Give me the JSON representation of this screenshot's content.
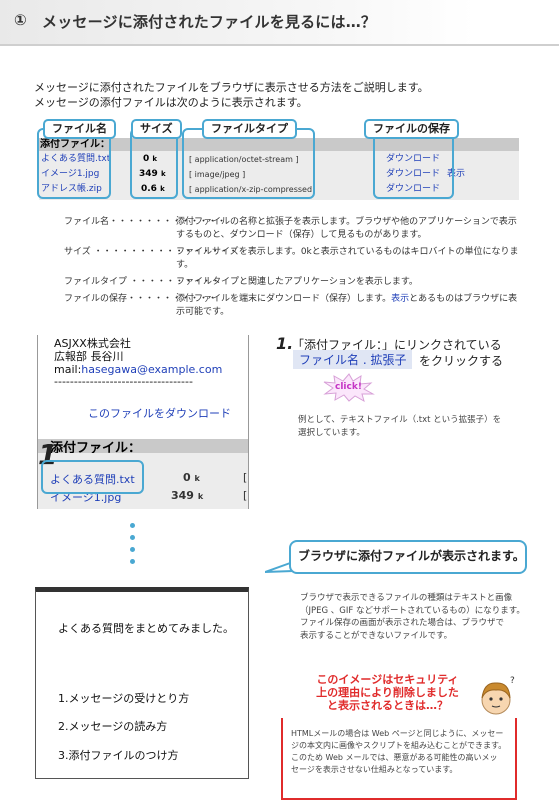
{
  "header": {
    "number": "①",
    "title": "メッセージに添付されたファイルを見るには…？"
  },
  "intro": {
    "line1": "メッセージに添付されたファイルをブラウザに表示させる方法をご説明します。",
    "line2": "メッセージの添付ファイルは次のように表示されます。"
  },
  "table": {
    "labels": {
      "filename": "ファイル名",
      "size": "サイズ",
      "filetype": "ファイルタイプ",
      "save": "ファイルの保存"
    },
    "header": "添付ファイル：",
    "rows": [
      {
        "name": "よくある質問.txt",
        "size": "0",
        "unit": "k",
        "type": "[ application/octet-stream ]",
        "download": "ダウンロード",
        "view": ""
      },
      {
        "name": "イメージ1.jpg",
        "size": "349",
        "unit": "k",
        "type": "[ image/jpeg ]",
        "download": "ダウンロード",
        "view": "表示"
      },
      {
        "name": "アドレス帳.zip",
        "size": "0.6",
        "unit": "k",
        "type": "[ application/x-zip-compressed",
        "download": "ダウンロード",
        "view": ""
      }
    ]
  },
  "definitions": [
    {
      "term": "ファイル名・・・・・・・・・・・・・",
      "line1": "添付ファイルの名称と拡張子を表示します。ブラウザや他のアプリケーションで表示",
      "line2": "するものと、ダウンロード（保存）して見るものがあります。"
    },
    {
      "term": "サイズ ・・・・・・・・・・・・・・・・",
      "line1": "ファイルサイズを表示します。0kと表示されているものはキロバイトの単位になります。",
      "line2": ""
    },
    {
      "term": "ファイルタイプ ・・・・・・・・・・",
      "line1": "ファイルタイプと関連したアプリケーションを表示します。",
      "line2": ""
    },
    {
      "term": "ファイルの保存・・・・・・・・・・",
      "line1_pre": "添付ファイルを端末にダウンロード（保存）します。",
      "line1_blue": "表示",
      "line1_post": "とあるものはブラウザに表",
      "line2": "示可能です。"
    }
  ],
  "mail": {
    "company": "ASJXX株式会社",
    "person": "広報部 長谷川",
    "mail_label": "mail:",
    "mail_address": "hasegawa@example.com",
    "separator": "-----------------------------------",
    "download_link": "このファイルをダウンロード",
    "attach_header": "添付ファイル：",
    "row1_name": "よくある質問.txt",
    "row1_size": "0",
    "row1_unit": "k",
    "row2_name": "イメージ1.jpg",
    "row2_size": "349",
    "row2_unit": "k",
    "bracket": "[",
    "step_badge": "1"
  },
  "step": {
    "number": "1.",
    "text1": "「添付ファイル：」にリンクされている",
    "highlight": "ファイル名 . 拡張子",
    "text2": "をクリックする",
    "click": "click!",
    "example_line1": "例として、テキストファイル（.txt という拡張子）を",
    "example_line2": "選択しています。"
  },
  "bubble": {
    "text": "ブラウザに添付ファイルが表示されます。"
  },
  "note": {
    "line1": "ブラウザで表示できるファイルの種類はテキストと画像",
    "line2": "（JPEG 、GIF などサポートされているもの）になります。",
    "line3": "ファイル保存の画面が表示された場合は、ブラウザで",
    "line4": "表示することができないファイルです。"
  },
  "fileview": {
    "line1": "よくある質問をまとめてみました。",
    "item1": "1.メッセージの受けとり方",
    "item2": "2.メッセージの読み方",
    "item3": "3.添付ファイルのつけ方"
  },
  "security": {
    "title1": "このイメージはセキュリティ",
    "title2": "上の理由により削除しました",
    "title3": "と表示されるときは…？",
    "body1": "HTMLメールの場合は Web ページと同じように、メッセー",
    "body2": "ジの本文内に画像やスクリプトを組み込むことができます。",
    "body3": "このため Web メールでは、悪意がある可能性の高いメッ",
    "body4": "セージを表示させない仕組みとなっています。"
  },
  "colors": {
    "accent": "#4aa8d2",
    "link": "#1f3fb8",
    "warning": "#e02b2b",
    "table_bar": "#c9c9c9",
    "table_body": "#ececec"
  },
  "icons": {
    "click": "click-burst-icon",
    "face": "person-face-icon",
    "question": "question-mark-icon"
  }
}
